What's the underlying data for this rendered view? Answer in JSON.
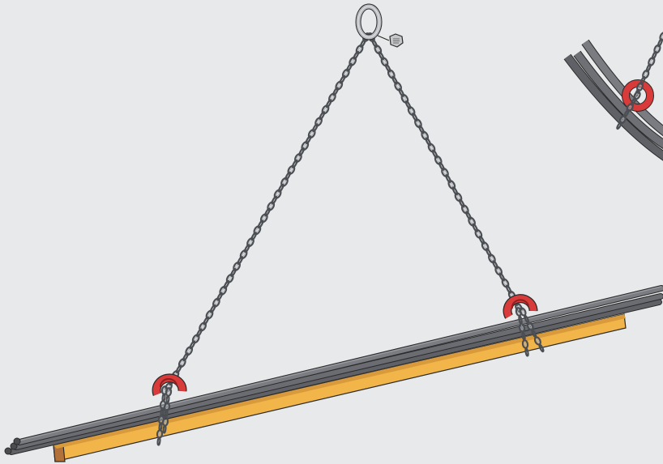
{
  "diagram": {
    "components": [
      {
        "name": "master-ring",
        "icon": "ring-icon"
      },
      {
        "name": "hammerlock-tag",
        "icon": "hex-tag-icon"
      },
      {
        "name": "left-chain-leg",
        "icon": "chain-icon"
      },
      {
        "name": "right-chain-leg",
        "icon": "chain-icon"
      },
      {
        "name": "left-choke-hook",
        "icon": "hook-icon"
      },
      {
        "name": "right-choke-hook",
        "icon": "hook-icon"
      },
      {
        "name": "pipe-bundle",
        "icon": "pipe-icon"
      },
      {
        "name": "wooden-support-beam",
        "icon": "beam-icon"
      },
      {
        "name": "inset-bent-pipes",
        "icon": "pipe-icon"
      }
    ]
  },
  "colors": {
    "background": "#e8e9ea",
    "pipe": "#5f6166",
    "pipe_highlight": "#9a9ca1",
    "beam_top": "#f2b54a",
    "beam_side": "#b3713a",
    "hook": "#d93a3a",
    "chain": "#4b4e53",
    "ring": "#b9bcc0"
  }
}
